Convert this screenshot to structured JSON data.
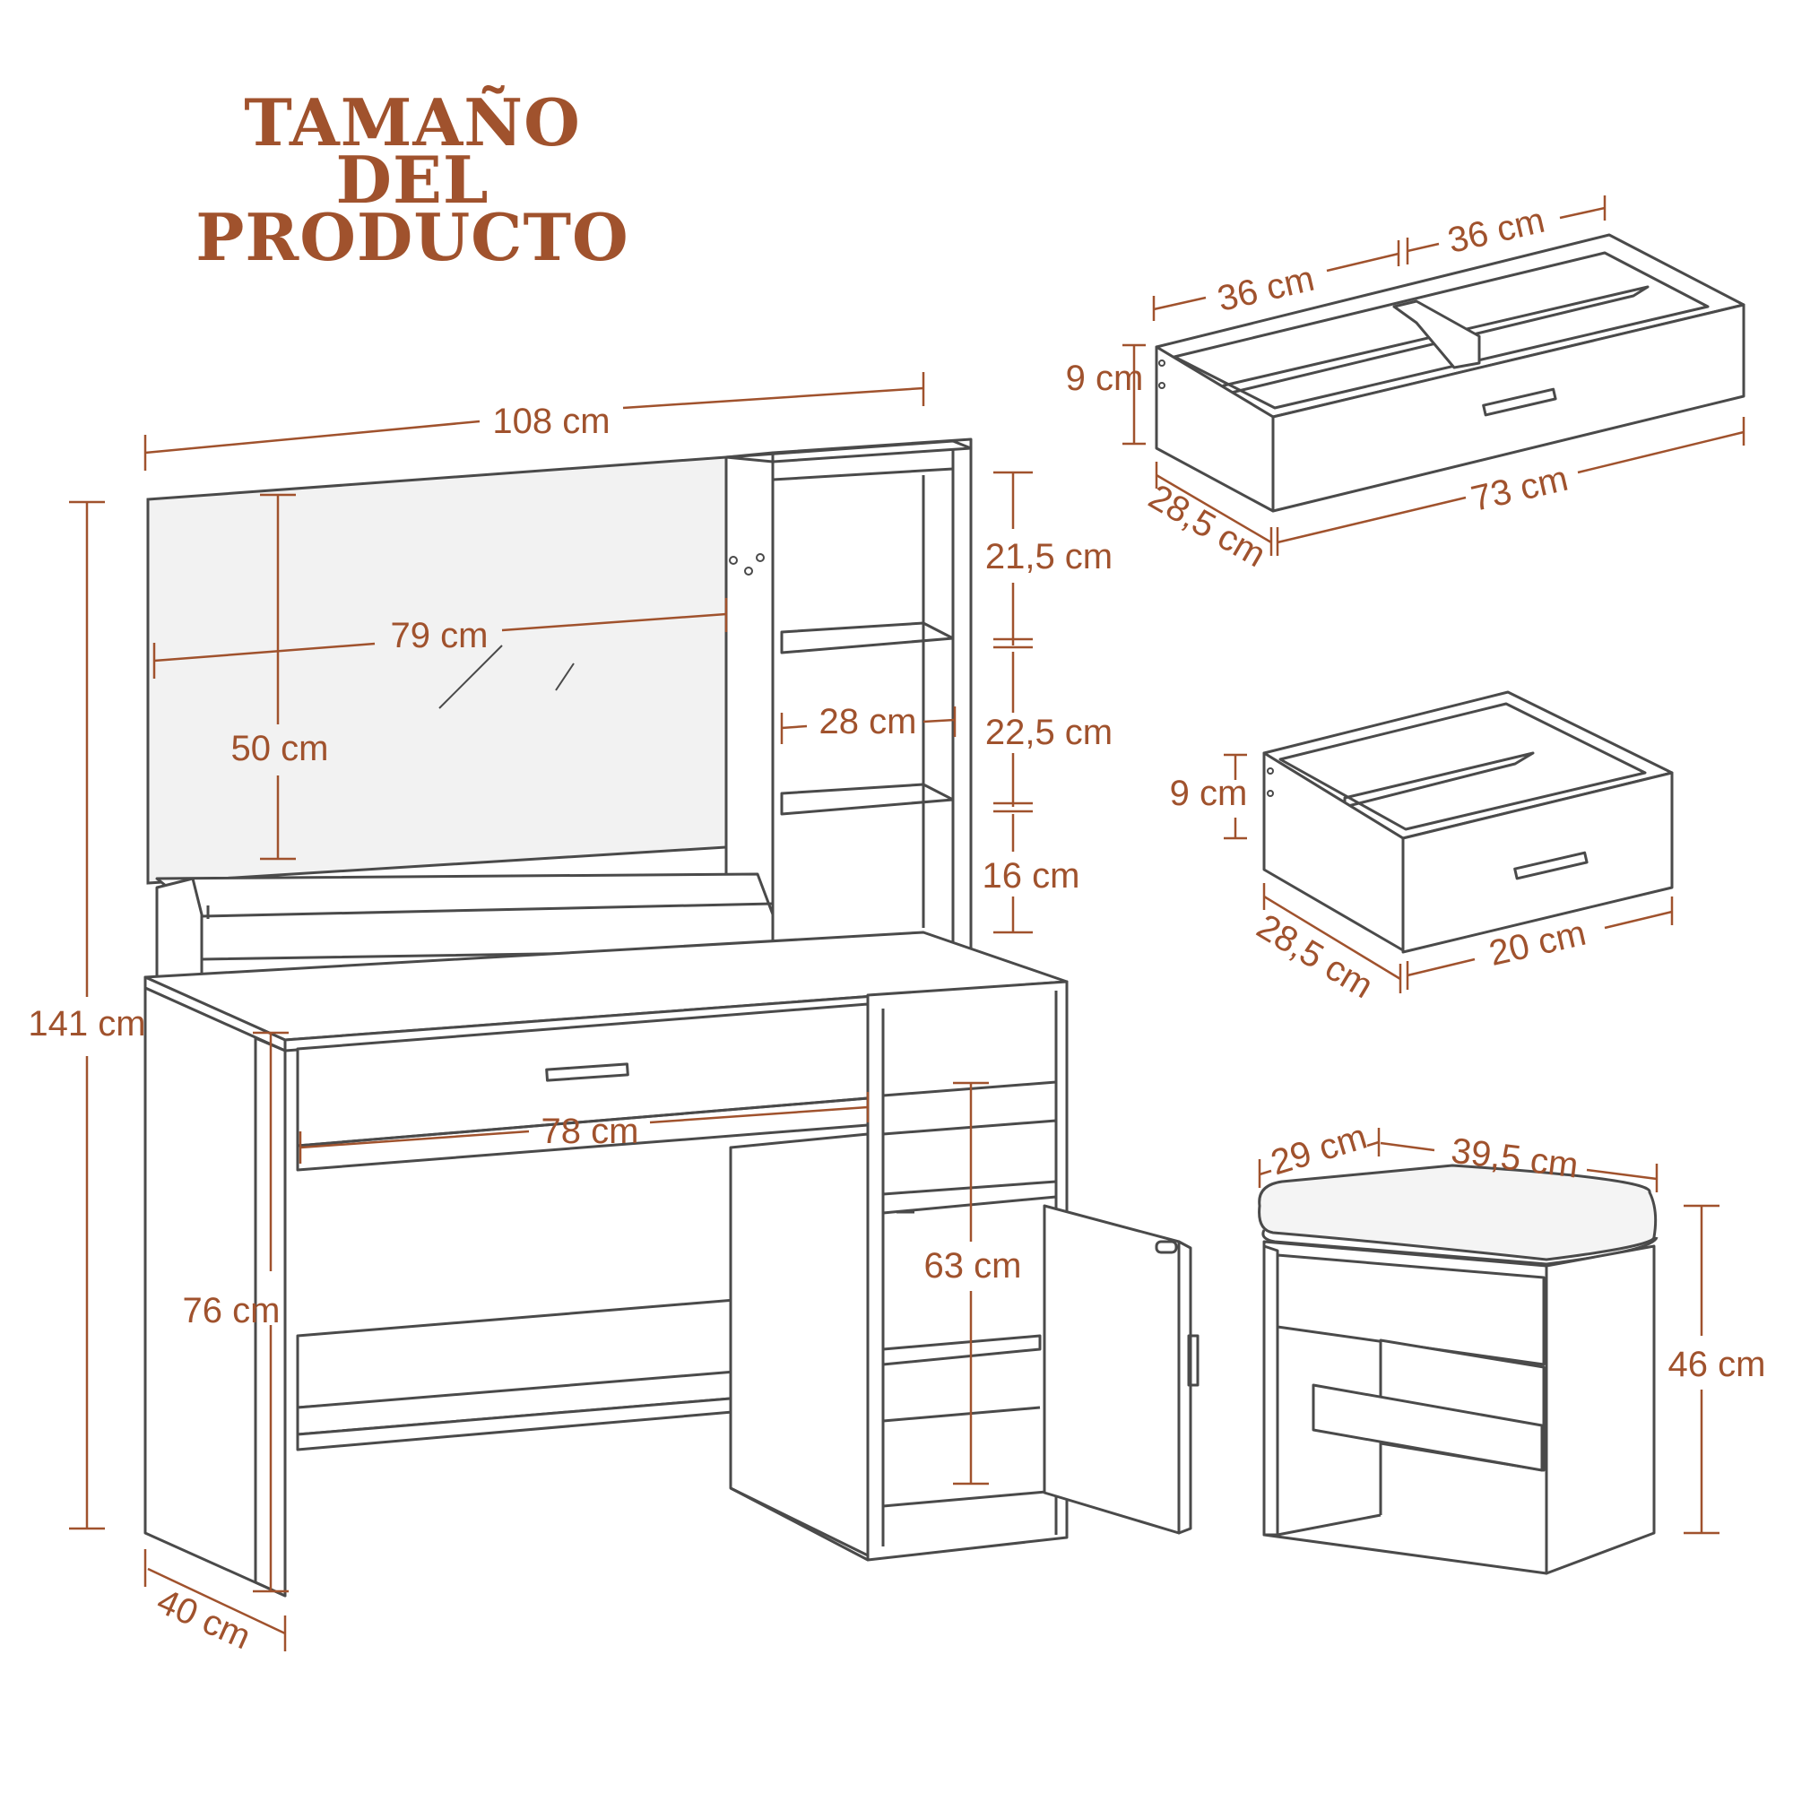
{
  "title": {
    "line1": "TAMAÑO DEL",
    "line2": "PRODUCTO"
  },
  "colors": {
    "accent": "#a0522d",
    "line": "#4a4a4a",
    "mirror": "#f2f2f2"
  },
  "vanity": {
    "width": "108 cm",
    "height": "141 cm",
    "depth": "40 cm",
    "mirror_width": "79 cm",
    "mirror_height": "50 cm",
    "shelf_1": "21,5 cm",
    "shelf_2": "22,5 cm",
    "shelf_3": "16 cm",
    "shelf_width": "28 cm",
    "knee_width": "78 cm",
    "table_height": "76 cm",
    "cabinet_height": "63 cm"
  },
  "large_drawer": {
    "compartment_left": "36 cm",
    "compartment_right": "36 cm",
    "height": "9 cm",
    "depth": "28,5 cm",
    "width": "73 cm"
  },
  "small_drawer": {
    "height": "9 cm",
    "depth": "28,5 cm",
    "width": "20 cm"
  },
  "stool": {
    "depth": "29 cm",
    "width": "39,5 cm",
    "height": "46 cm"
  }
}
